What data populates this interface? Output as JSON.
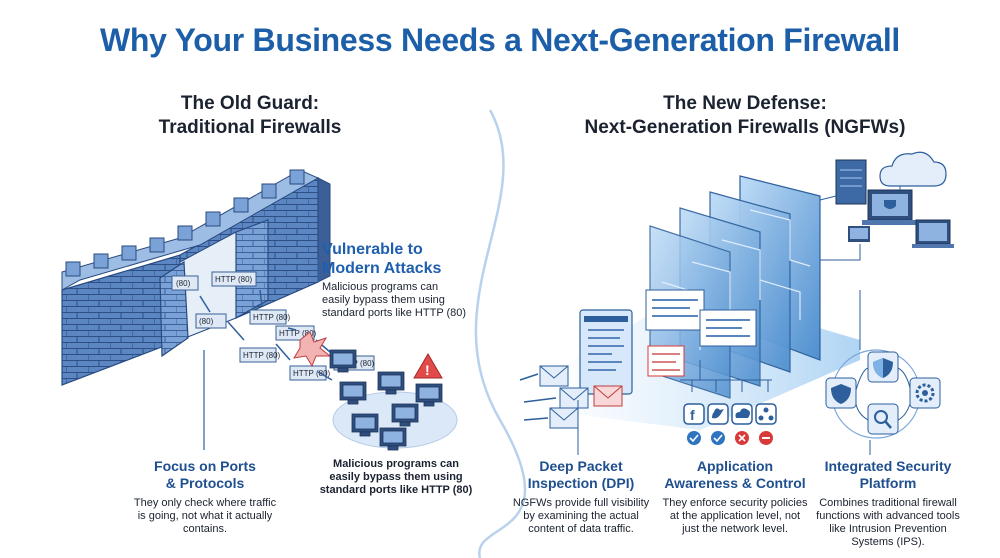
{
  "title": "Why Your Business Needs a Next-Generation Firewall",
  "old": {
    "heading_line1": "The Old Guard:",
    "heading_line2": "Traditional Firewalls",
    "vulnerable_line1": "Vulnerable to",
    "vulnerable_line2": "Modern Attacks",
    "vulnerable_body_line1": "Malicious programs can",
    "vulnerable_body_line2": "easily bypass them using",
    "vulnerable_body_line3": "standard ports like HTTP (80)",
    "packet_label": "HTTP (80)",
    "packet_short_label": "(80)",
    "focus_title_line1": "Focus on Ports",
    "focus_title_line2": "& Protocols",
    "focus_body_line1": "They only check where traffic",
    "focus_body_line2": "is going, not what it actually",
    "focus_body_line3": "contains.",
    "mid_note_line1": "Malicious programs can",
    "mid_note_line2": "easily bypass them using",
    "mid_note_line3": "standard ports like HTTP (80)"
  },
  "new": {
    "heading_line1": "The New Defense:",
    "heading_line2": "Next-Generation Firewalls (NGFWs)",
    "dpi_title_line1": "Deep Packet",
    "dpi_title_line2": "Inspection (DPI)",
    "dpi_body_line1": "NGFWs provide full visibility",
    "dpi_body_line2": "by examining the actual",
    "dpi_body_line3": "content of data traffic.",
    "app_title_line1": "Application",
    "app_title_line2": "Awareness & Control",
    "app_body_line1": "They enforce security policies",
    "app_body_line2": "at the application level, not",
    "app_body_line3": "just the network level.",
    "int_title_line1": "Integrated Security",
    "int_title_line2": "Platform",
    "int_body_line1": "Combines traditional firewall",
    "int_body_line2": "functions with advanced tools",
    "int_body_line3": "like Intrusion Prevention",
    "int_body_line4": "Systems (IPS)."
  },
  "icons": [
    "brick-wall-icon",
    "open-gate-icon",
    "http-packet-icon",
    "malware-burst-icon",
    "warning-icon",
    "computer-icon",
    "envelope-icon",
    "malicious-envelope-icon",
    "firewall-layer-icon",
    "facebook-icon",
    "twitter-icon",
    "cloud-icon",
    "share-icon",
    "check-icon",
    "cross-icon",
    "block-icon",
    "server-icon",
    "laptop-icon",
    "shield-icon",
    "gear-icon",
    "magnifier-icon"
  ],
  "colors": {
    "title": "#1c5fa8",
    "accent": "#1f5fae",
    "wall": "#5b86c2",
    "danger": "#d83a3a",
    "ok": "#2f74c0"
  }
}
